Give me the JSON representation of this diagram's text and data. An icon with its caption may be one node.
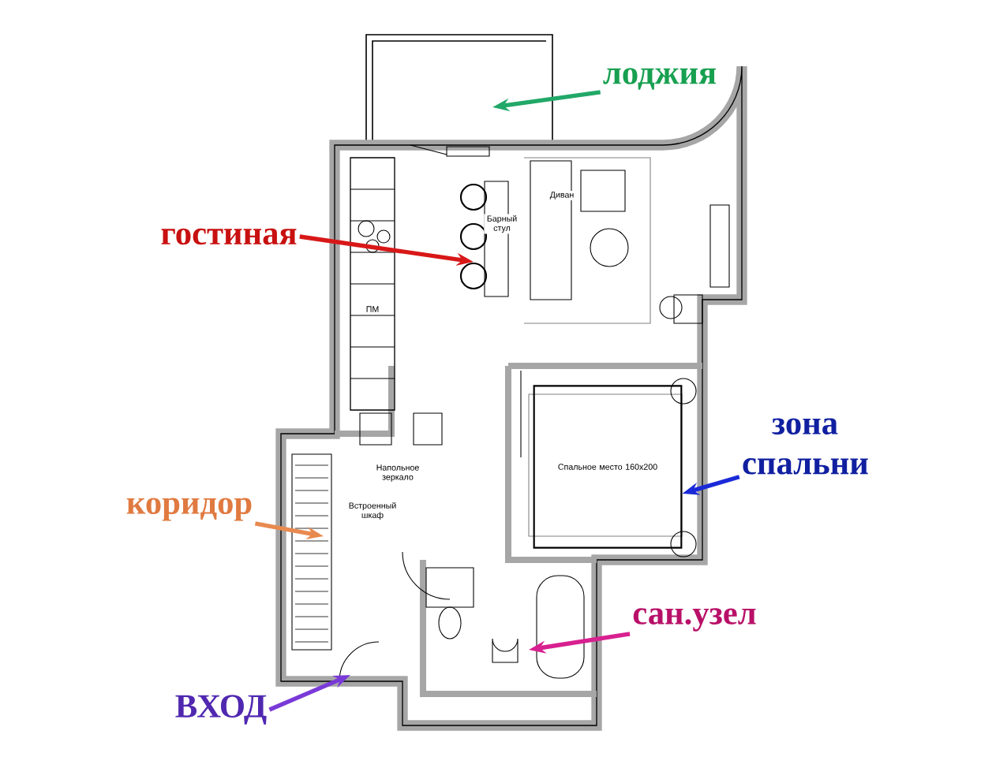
{
  "diagram": {
    "nodes": [
      {
        "text": [
          "лоджия"
        ]
      },
      {
        "text": [
          "гостиная"
        ]
      },
      {
        "text": [
          "зона спальни"
        ]
      },
      {
        "text": [
          "коридор"
        ]
      },
      {
        "text": [
          "сан.узел"
        ]
      },
      {
        "text": [
          "ВХОД"
        ]
      },
      {
        "text": [
          "Спальное место 160х200"
        ]
      }
    ],
    "edges": [
      {
        "from": 0,
        "to": null,
        "arrow": "to",
        "color": "#22a868"
      },
      {
        "from": 1,
        "to": null,
        "arrow": "to",
        "color": "#d81818"
      },
      {
        "from": 2,
        "to": 6,
        "arrow": "to",
        "color": "#1a2ad8"
      },
      {
        "from": 3,
        "to": null,
        "arrow": "to",
        "color": "#e88a50"
      },
      {
        "from": 4,
        "to": null,
        "arrow": "to",
        "color": "#d82090"
      },
      {
        "from": 5,
        "to": null,
        "arrow": "to",
        "color": "#7a3ad8"
      }
    ],
    "labels": [
      "Диван",
      "Барный стул",
      "ПМ",
      "Напольное зеркало",
      "Встроенный шкаф"
    ]
  }
}
